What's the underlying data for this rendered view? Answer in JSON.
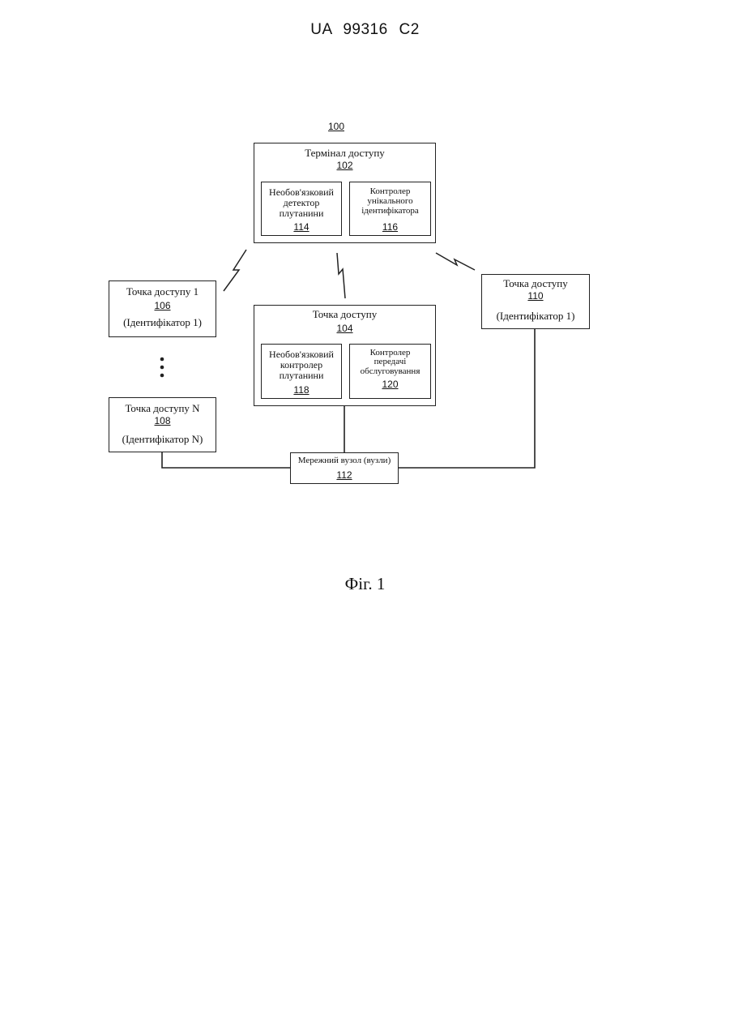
{
  "header": "UA 99316 C2",
  "system_ref": "100",
  "terminal": {
    "title": "Термінал доступу",
    "ref": "102",
    "detector": {
      "lines": [
        "Необов'язковий",
        "детектор",
        "плутанини"
      ],
      "ref": "114"
    },
    "uid_controller": {
      "lines": [
        "Контролер",
        "унікального",
        "ідентифікатора"
      ],
      "ref": "116"
    }
  },
  "ap1": {
    "title": "Точка доступу 1",
    "ref": "106",
    "id": "(Ідентифікатор 1)"
  },
  "apn": {
    "title": "Точка доступу N",
    "ref": "108",
    "id": "(Ідентифікатор N)"
  },
  "ap104": {
    "title": "Точка доступу",
    "ref": "104",
    "confusion_controller": {
      "lines": [
        "Необов'язковий",
        "контролер",
        "плутанини"
      ],
      "ref": "118"
    },
    "handoff_controller": {
      "lines": [
        "Контролер",
        "передачі",
        "обслуговування"
      ],
      "ref": "120"
    }
  },
  "ap110": {
    "title": "Точка доступу",
    "ref": "110",
    "id": "(Ідентифікатор 1)"
  },
  "network_node": {
    "title": "Мережний вузол (вузли)",
    "ref": "112"
  },
  "figure_caption": "Фіг. 1"
}
